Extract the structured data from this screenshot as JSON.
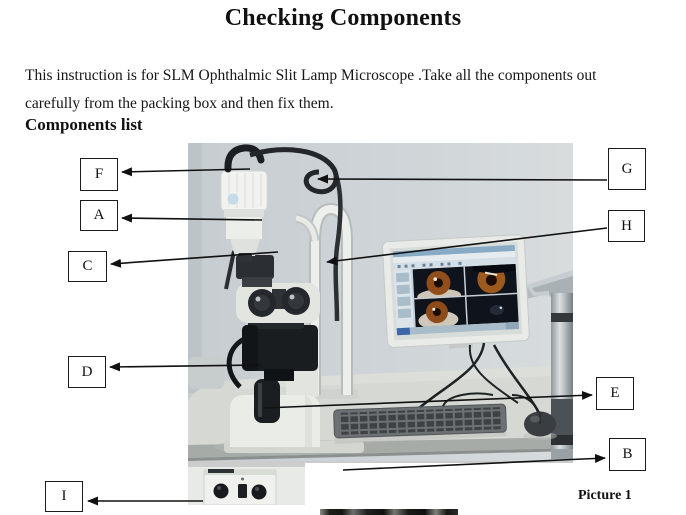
{
  "page": {
    "title": "Checking Components",
    "intro_lines": [
      "This instruction is for SLM Ophthalmic Slit Lamp Microscope .Take all the components out",
      "carefully from the packing box and then fix them."
    ],
    "section_heading": "Components list"
  },
  "figure": {
    "caption": "Picture 1",
    "photo_alt": "Photo of an SLM ophthalmic slit lamp microscope on a table with a monitor showing four eye images, a keyboard, a mouse, a CCD camera cylinder and a power supply box",
    "labels": [
      {
        "letter": "F"
      },
      {
        "letter": "A"
      },
      {
        "letter": "C"
      },
      {
        "letter": "D"
      },
      {
        "letter": "I"
      },
      {
        "letter": "G"
      },
      {
        "letter": "H"
      },
      {
        "letter": "E"
      },
      {
        "letter": "B"
      }
    ]
  },
  "colors": {
    "wall_gray": "#cdd2d5",
    "table_gray": "#d5d8d3",
    "screen_blue": "#c2d2de",
    "iris_brown": "#9a5420",
    "arrow_black": "#111111"
  }
}
